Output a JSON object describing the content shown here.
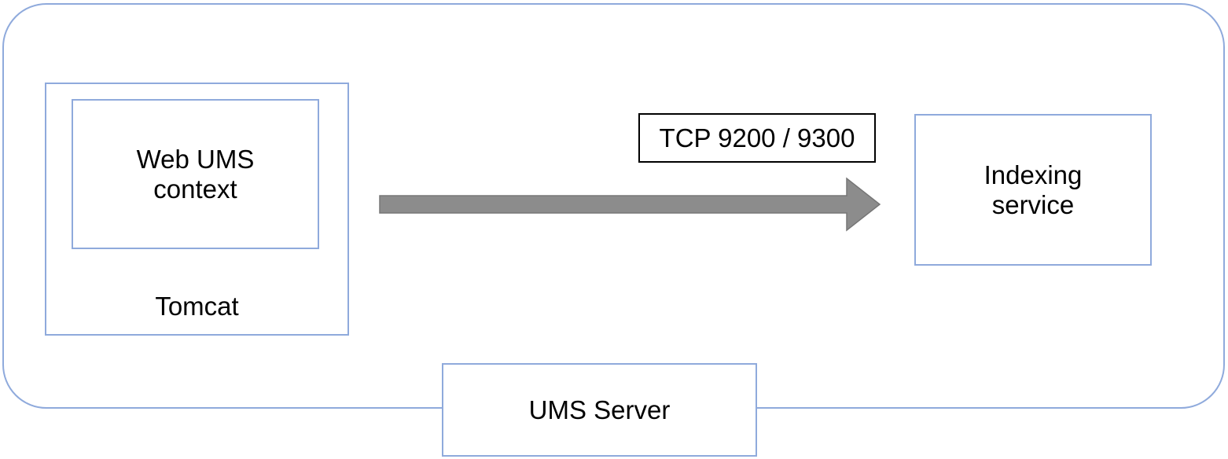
{
  "diagram": {
    "title_context": "UMS Server indexing connection diagram",
    "colors": {
      "accent_border": "#8FAADC",
      "arrow_fill": "#8C8C8C",
      "arrow_stroke": "#767676",
      "label_box_border": "#000000",
      "text": "#000000"
    },
    "nodes": {
      "tomcat": {
        "label": "Tomcat"
      },
      "web_ums": {
        "label": "Web UMS\ncontext"
      },
      "indexing": {
        "label": "Indexing\nservice"
      },
      "ums_server": {
        "label": "UMS Server"
      }
    },
    "connection": {
      "label": "TCP 9200 / 9300",
      "from": "Web UMS context (Tomcat)",
      "to": "Indexing service",
      "direction": "right"
    }
  }
}
